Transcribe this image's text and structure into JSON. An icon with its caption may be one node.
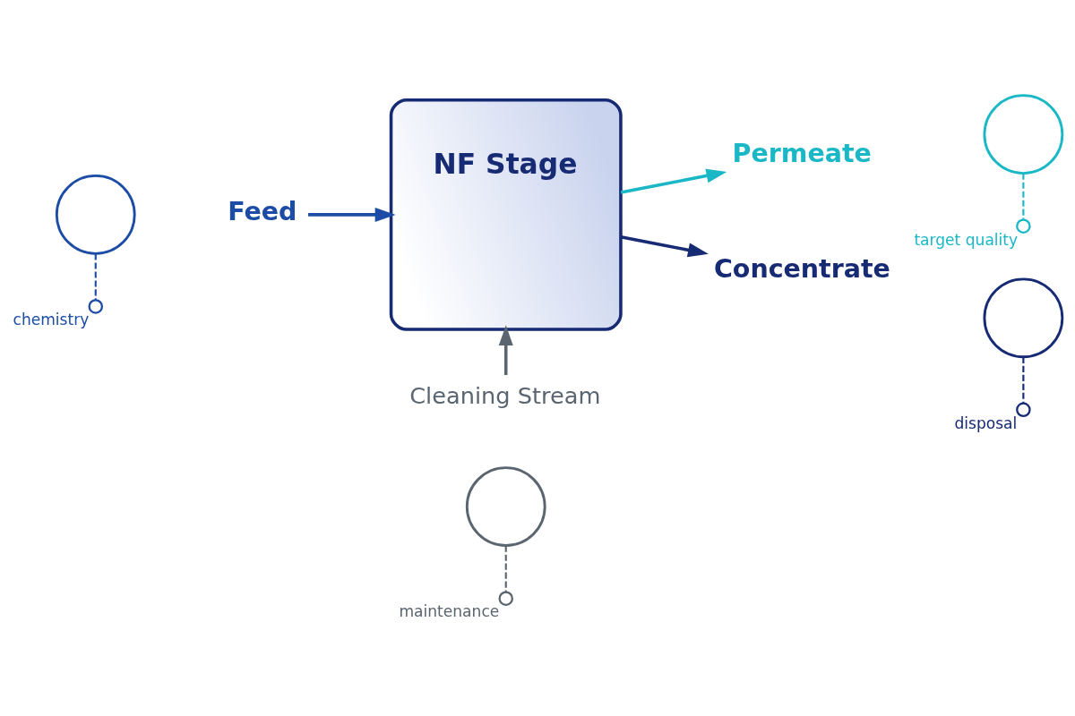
{
  "diagram": {
    "nodes": [
      {
        "text": [],
        "shape": "circle"
      },
      {
        "text": [
          "Feed"
        ]
      },
      {
        "text": [],
        "shape": "circle",
        "beside": [
          "chemistry"
        ]
      },
      {
        "text": [
          "NF Stage"
        ]
      },
      {
        "text": [
          "Permeate"
        ]
      },
      {
        "text": [],
        "shape": "circle"
      },
      {
        "text": [],
        "shape": "circle",
        "beside": [
          "target quality"
        ]
      },
      {
        "text": [
          "Concentrate"
        ]
      },
      {
        "text": [],
        "shape": "circle"
      },
      {
        "text": [],
        "shape": "circle",
        "beside": [
          "disposal"
        ]
      },
      {
        "text": [
          "Cleaning Stream"
        ]
      },
      {
        "text": [],
        "shape": "circle"
      },
      {
        "text": [],
        "shape": "circle",
        "beside": [
          "maintenance"
        ]
      }
    ],
    "edges": [
      {
        "from": 1,
        "to": 3,
        "arrow": "to",
        "color": "#1c4ca6"
      },
      {
        "from": 3,
        "to": 4,
        "arrow": "to",
        "color": "#1ab8c6"
      },
      {
        "from": 3,
        "to": 7,
        "arrow": "to",
        "color": "#172a74"
      },
      {
        "from": 10,
        "to": 3,
        "arrow": "to",
        "color": "#5a6570"
      },
      {
        "from": 0,
        "to": 2,
        "arrow": "none",
        "style": "dashed",
        "color": "#1c4ca6"
      },
      {
        "from": 5,
        "to": 6,
        "arrow": "none",
        "style": "dashed",
        "color": "#1ab8c6"
      },
      {
        "from": 8,
        "to": 9,
        "arrow": "none",
        "style": "dashed",
        "color": "#172a74"
      },
      {
        "from": 11,
        "to": 12,
        "arrow": "none",
        "style": "dashed",
        "color": "#5a6570"
      }
    ]
  }
}
